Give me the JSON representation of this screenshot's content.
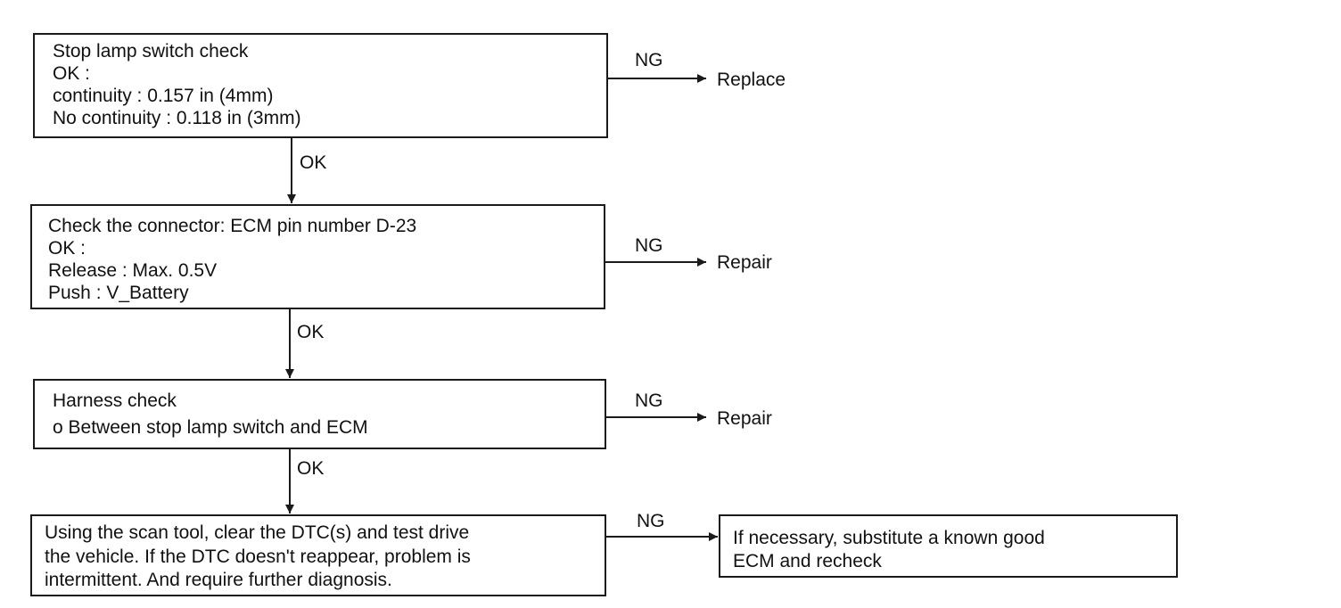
{
  "steps": [
    {
      "lines": [
        "Stop lamp switch check",
        "OK :",
        "continuity : 0.157 in (4mm)",
        "No continuity : 0.118 in (3mm)"
      ],
      "ng_label": "NG",
      "ng_action": "Replace",
      "ok_label": "OK"
    },
    {
      "lines": [
        "Check the connector: ECM pin number D-23",
        "OK :",
        "Release : Max. 0.5V",
        "Push : V_Battery"
      ],
      "ng_label": "NG",
      "ng_action": "Repair",
      "ok_label": "OK"
    },
    {
      "lines": [
        "Harness check",
        "o Between stop lamp switch and ECM"
      ],
      "ng_label": "NG",
      "ng_action": "Repair",
      "ok_label": "OK"
    },
    {
      "lines": [
        "Using the scan tool, clear the DTC(s) and test drive",
        "the vehicle. If the DTC doesn't reappear, problem is",
        "intermittent. And require further diagnosis."
      ],
      "ng_label": "NG"
    }
  ],
  "final_action": {
    "lines": [
      "If necessary, substitute a known good",
      "ECM and recheck"
    ]
  }
}
